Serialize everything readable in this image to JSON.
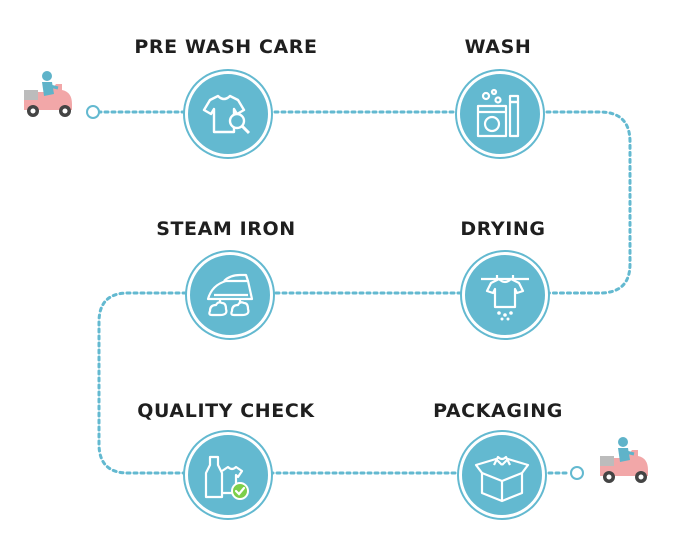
{
  "steps": [
    {
      "label": "PRE WASH CARE",
      "icon": "tshirt-magnifier-icon"
    },
    {
      "label": "WASH",
      "icon": "washing-machine-icon"
    },
    {
      "label": "STEAM IRON",
      "icon": "steam-iron-icon"
    },
    {
      "label": "DRYING",
      "icon": "hanging-shirt-icon"
    },
    {
      "label": "QUALITY CHECK",
      "icon": "clothes-checkmark-icon"
    },
    {
      "label": "PACKAGING",
      "icon": "box-with-shirt-icon"
    }
  ],
  "colors": {
    "accent": "#63b9d0",
    "path": "#63b9d0",
    "scooter": "#f2a7a8",
    "rider": "#5fb3c9",
    "check": "#7ccf4a",
    "text": "#1f1f1f"
  },
  "start_icon": "delivery-scooter-icon",
  "end_icon": "delivery-scooter-icon"
}
